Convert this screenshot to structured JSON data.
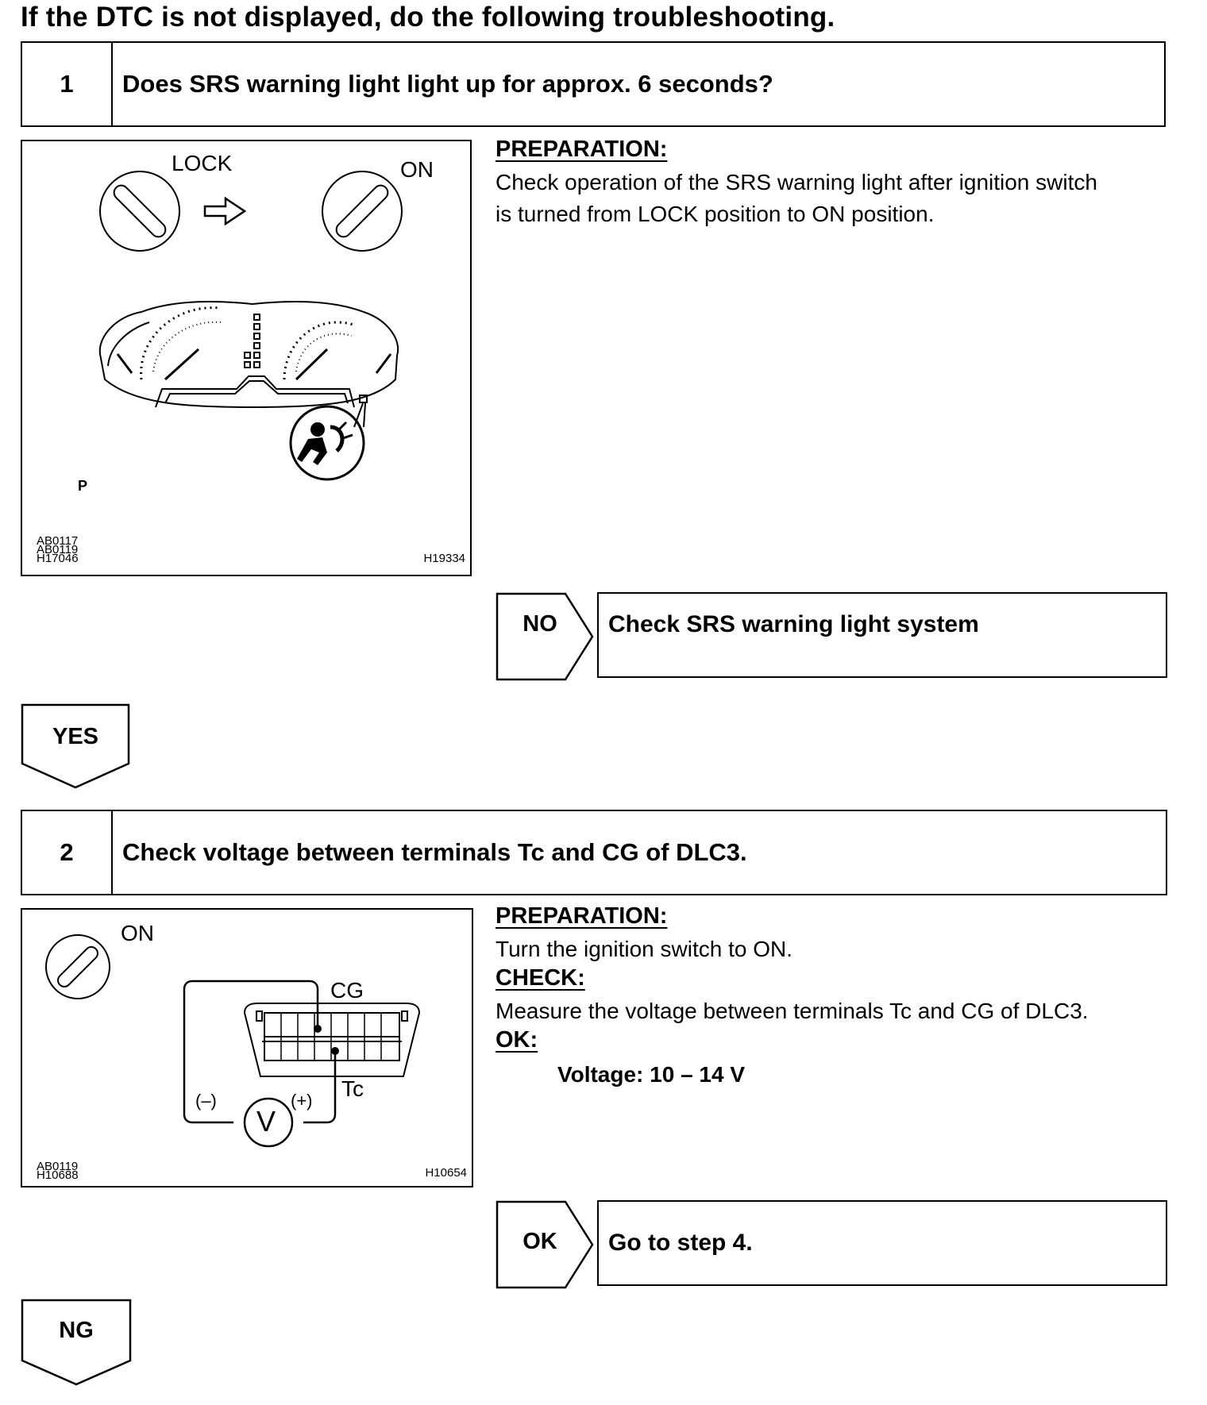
{
  "heading": "If the DTC is not displayed, do the following troubleshooting.",
  "step1": {
    "number": "1",
    "title": "Does SRS warning light light up for approx. 6 seconds?",
    "figure": {
      "lock_label": "LOCK",
      "on_label": "ON",
      "p_label": "P",
      "codes": [
        "AB0117",
        "AB0119",
        "H17046"
      ],
      "figure_id": "H19334"
    },
    "preparation_label": "PREPARATION:",
    "preparation_lines": [
      "Check operation of the SRS warning light after ignition switch",
      "is turned from LOCK position to ON position."
    ],
    "no_label": "NO",
    "no_action": "Check SRS warning light system",
    "yes_label": "YES"
  },
  "step2": {
    "number": "2",
    "title": "Check voltage between terminals Tc and CG of DLC3.",
    "figure": {
      "on_label": "ON",
      "cg_label": "CG",
      "tc_label": "Tc",
      "minus_label": "(–)",
      "plus_label": "(+)",
      "v_label": "V",
      "codes": [
        "AB0119",
        "H10688"
      ],
      "figure_id": "H10654"
    },
    "preparation_label": "PREPARATION:",
    "preparation_text": "Turn the ignition switch to ON.",
    "check_label": "CHECK:",
    "check_text": "Measure the voltage between terminals Tc and CG of DLC3.",
    "ok_spec_label": "OK:",
    "ok_spec_value": "Voltage: 10 – 14 V",
    "ok_label": "OK",
    "ok_action": "Go to step 4.",
    "ng_label": "NG"
  }
}
